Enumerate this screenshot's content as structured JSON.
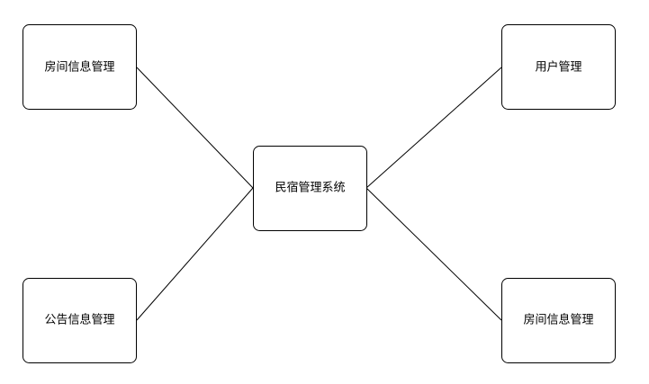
{
  "diagram": {
    "center": {
      "label": "民宿管理系统"
    },
    "top_left": {
      "label": "房间信息管理"
    },
    "bottom_left": {
      "label": "公告信息管理"
    },
    "top_right": {
      "label": "用户管理"
    },
    "bottom_right": {
      "label": "房间信息管理"
    }
  }
}
